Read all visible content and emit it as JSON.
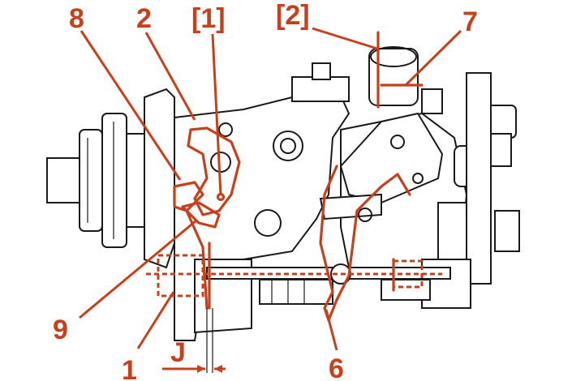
{
  "callouts": {
    "8": "8",
    "2": "2",
    "bracket_1": "[1]",
    "bracket_2": "[2]",
    "7": "7",
    "9": "9",
    "1": "1",
    "J": "J",
    "6": "6"
  },
  "colors": {
    "highlight": "#c8401b",
    "line": "#1a1a1a",
    "background": "#ffffff"
  }
}
